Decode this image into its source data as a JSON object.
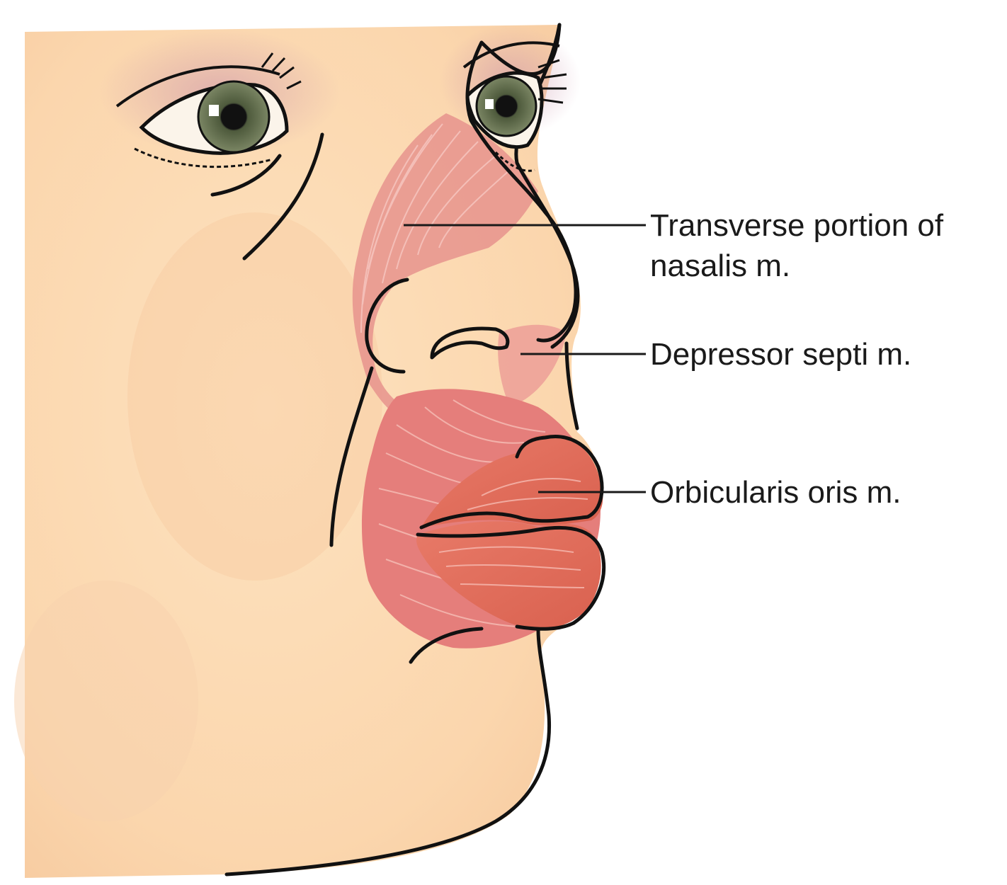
{
  "labels": {
    "transverse_nasalis_line1": "Transverse portion of",
    "transverse_nasalis_line2": "nasalis m.",
    "depressor_septi": "Depressor septi m.",
    "orbicularis_oris": "Orbicularis oris m."
  },
  "colors": {
    "skin": "#fbd9b3",
    "skin_shadow": "#f3c39a",
    "muscle": "#e58b86",
    "muscle_fiber": "#f7c6c0",
    "lip": "#e2705f",
    "outline": "#111111",
    "iris": "#6f7a5c"
  }
}
